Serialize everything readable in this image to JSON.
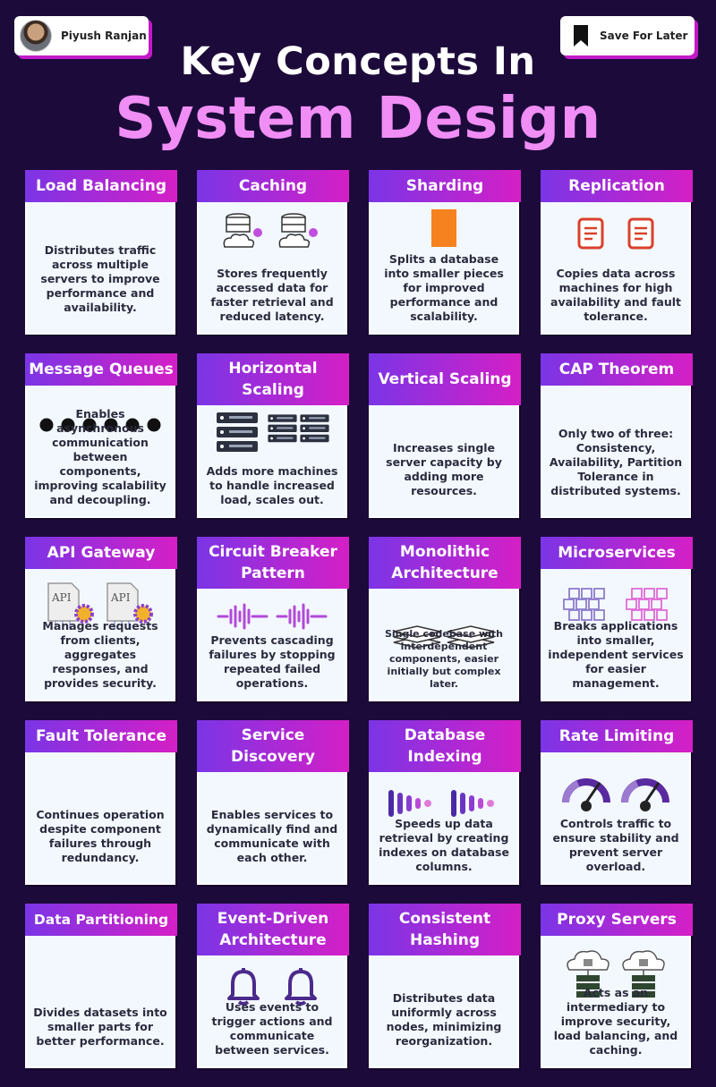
{
  "author": {
    "name": "Piyush Ranjan"
  },
  "save": {
    "label": "Save For Later"
  },
  "title": {
    "line1": "Key Concepts In",
    "line2": "System Design"
  },
  "cards": [
    {
      "title": "Load Balancing",
      "desc": "Distributes traffic across multiple servers to improve performance and availability.",
      "icon": "none"
    },
    {
      "title": "Caching",
      "desc": "Stores frequently accessed data for faster retrieval and reduced latency.",
      "icon": "database-cloud-icon"
    },
    {
      "title": "Sharding",
      "desc": "Splits a database into smaller pieces for improved performance and scalability.",
      "icon": "orange-block-icon"
    },
    {
      "title": "Replication",
      "desc": "Copies data across machines for high availability and fault tolerance.",
      "icon": "document-icon"
    },
    {
      "title": "Message Queues",
      "desc": "Enables asynchronous communication between components, improving scalability and decoupling.",
      "icon": "dots-icon"
    },
    {
      "title": "Horizontal Scaling",
      "desc": "Adds more machines to handle increased load, scales out.",
      "icon": "server-rack-icon"
    },
    {
      "title": "Vertical Scaling",
      "desc": "Increases single server capacity by adding more resources.",
      "icon": "none"
    },
    {
      "title": "CAP Theorem",
      "desc": "Only two of three: Consistency, Availability, Partition Tolerance in distributed systems.",
      "icon": "none"
    },
    {
      "title": "API Gateway",
      "desc": "Manages requests from clients, aggregates responses, and provides security.",
      "icon": "api-gear-icon"
    },
    {
      "title": "Circuit Breaker Pattern",
      "desc": "Prevents cascading failures by stopping repeated failed operations.",
      "icon": "waveform-icon"
    },
    {
      "title": "Monolithic Architecture",
      "desc": "Single codebase with interdependent components, easier initially but complex later.",
      "icon": "layers-icon"
    },
    {
      "title": "Microservices",
      "desc": "Breaks applications into smaller, independent services for easier management.",
      "icon": "cubes-icon"
    },
    {
      "title": "Fault Tolerance",
      "desc": "Continues operation despite component failures through redundancy.",
      "icon": "none"
    },
    {
      "title": "Service Discovery",
      "desc": "Enables services to dynamically find and communicate with each other.",
      "icon": "none"
    },
    {
      "title": "Database Indexing",
      "desc": "Speeds up data retrieval by creating indexes on database columns.",
      "icon": "bars-icon"
    },
    {
      "title": "Rate Limiting",
      "desc": "Controls traffic to ensure stability and prevent server overload.",
      "icon": "gauge-icon"
    },
    {
      "title": "Data Partitioning",
      "desc": "Divides datasets into smaller parts for better performance.",
      "icon": "none"
    },
    {
      "title": "Event-Driven Architecture",
      "desc": "Uses events to trigger actions and communicate between services.",
      "icon": "bell-icon"
    },
    {
      "title": "Consistent Hashing",
      "desc": "Distributes data uniformly across nodes, minimizing reorganization.",
      "icon": "none"
    },
    {
      "title": "Proxy Servers",
      "desc": "Acts as an intermediary to improve security, load balancing, and caching.",
      "icon": "cloud-lock-server-icon"
    }
  ]
}
